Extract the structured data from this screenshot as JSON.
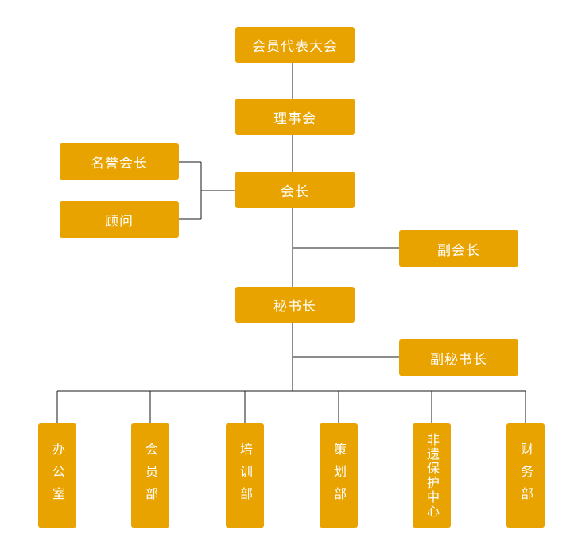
{
  "org_chart": {
    "congress": "会员代表大会",
    "council": "理事会",
    "president": "会长",
    "honorary_president": "名誉会长",
    "advisor": "顾问",
    "vice_president": "副会长",
    "secretary_general": "秘书长",
    "deputy_secretary_general": "副秘书长",
    "departments": [
      "办公室",
      "会员部",
      "培训部",
      "策划部",
      "非遗保护中心",
      "财务部"
    ]
  },
  "colors": {
    "box_fill": "#e8a300",
    "box_text": "#ffffff",
    "connector": "#1a1a1a"
  }
}
